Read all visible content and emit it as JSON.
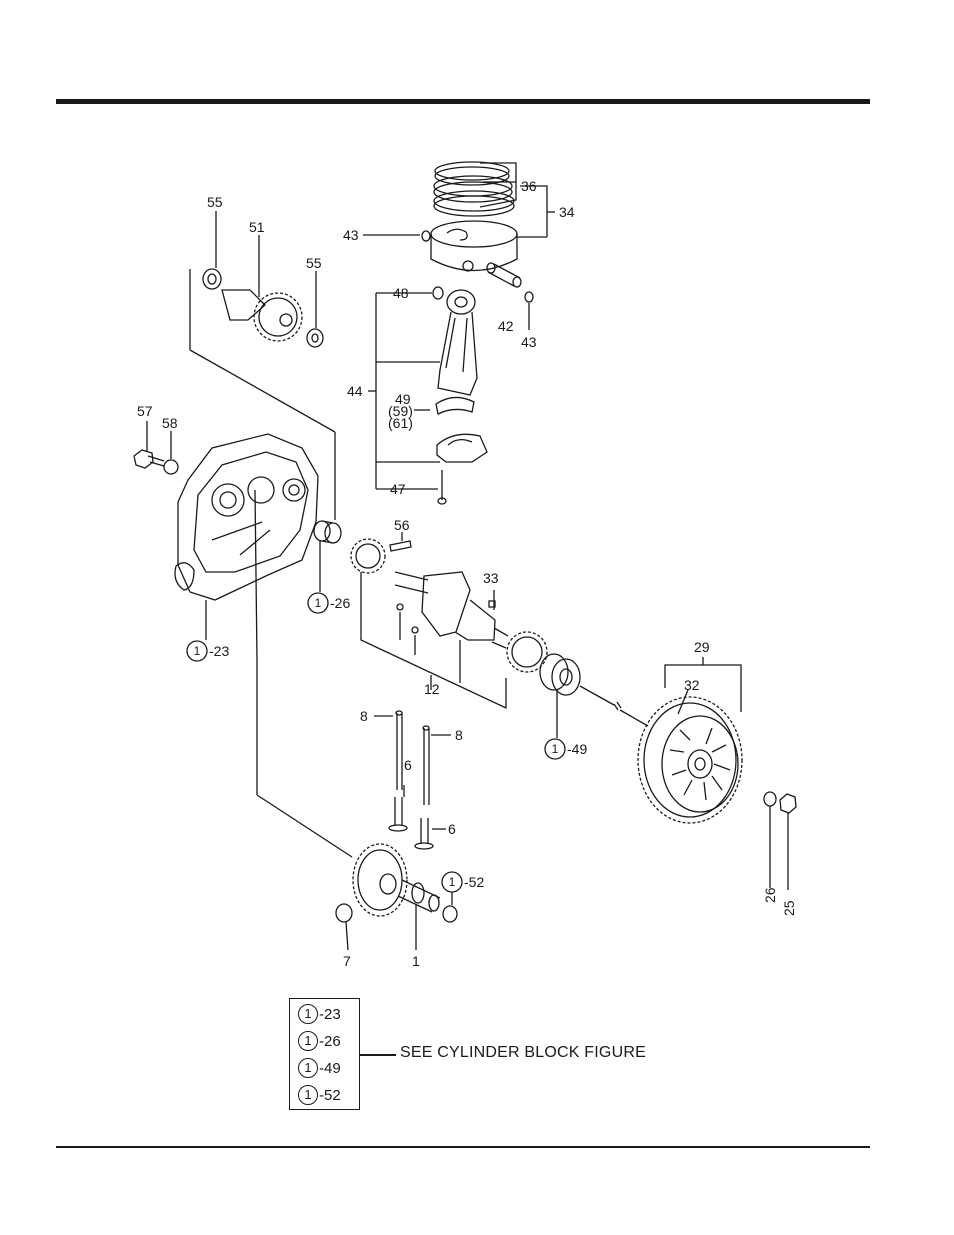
{
  "callouts": [
    {
      "id": "c36",
      "text": "36"
    },
    {
      "id": "c34",
      "text": "34"
    },
    {
      "id": "c43a",
      "text": "43"
    },
    {
      "id": "c43b",
      "text": "43"
    },
    {
      "id": "c42",
      "text": "42"
    },
    {
      "id": "c48",
      "text": "48"
    },
    {
      "id": "c44",
      "text": "44"
    },
    {
      "id": "c49",
      "text": "49"
    },
    {
      "id": "c59",
      "text": "(59)"
    },
    {
      "id": "c61",
      "text": "(61)"
    },
    {
      "id": "c47",
      "text": "47"
    },
    {
      "id": "c55a",
      "text": "55"
    },
    {
      "id": "c51",
      "text": "51"
    },
    {
      "id": "c55b",
      "text": "55"
    },
    {
      "id": "c57",
      "text": "57"
    },
    {
      "id": "c58",
      "text": "58"
    },
    {
      "id": "c56",
      "text": "56"
    },
    {
      "id": "c33",
      "text": "33"
    },
    {
      "id": "c12",
      "text": "12"
    },
    {
      "id": "c29",
      "text": "29"
    },
    {
      "id": "c32",
      "text": "32"
    },
    {
      "id": "c8a",
      "text": "8"
    },
    {
      "id": "c8b",
      "text": "8"
    },
    {
      "id": "c6a",
      "text": "6"
    },
    {
      "id": "c6b",
      "text": "6"
    },
    {
      "id": "c7",
      "text": "7"
    },
    {
      "id": "c1",
      "text": "1"
    },
    {
      "id": "c26",
      "text": "26"
    },
    {
      "id": "c25",
      "text": "25"
    }
  ],
  "ref_callouts": [
    {
      "id": "r23",
      "circle": "1",
      "text": "-23"
    },
    {
      "id": "r26",
      "circle": "1",
      "text": "-26"
    },
    {
      "id": "r49",
      "circle": "1",
      "text": "-49"
    },
    {
      "id": "r52",
      "circle": "1",
      "text": "-52"
    }
  ],
  "legend": {
    "rows": [
      {
        "circle": "1",
        "text": "-23"
      },
      {
        "circle": "1",
        "text": "-26"
      },
      {
        "circle": "1",
        "text": "-49"
      },
      {
        "circle": "1",
        "text": "-52"
      }
    ],
    "note": "SEE CYLINDER BLOCK FIGURE"
  }
}
